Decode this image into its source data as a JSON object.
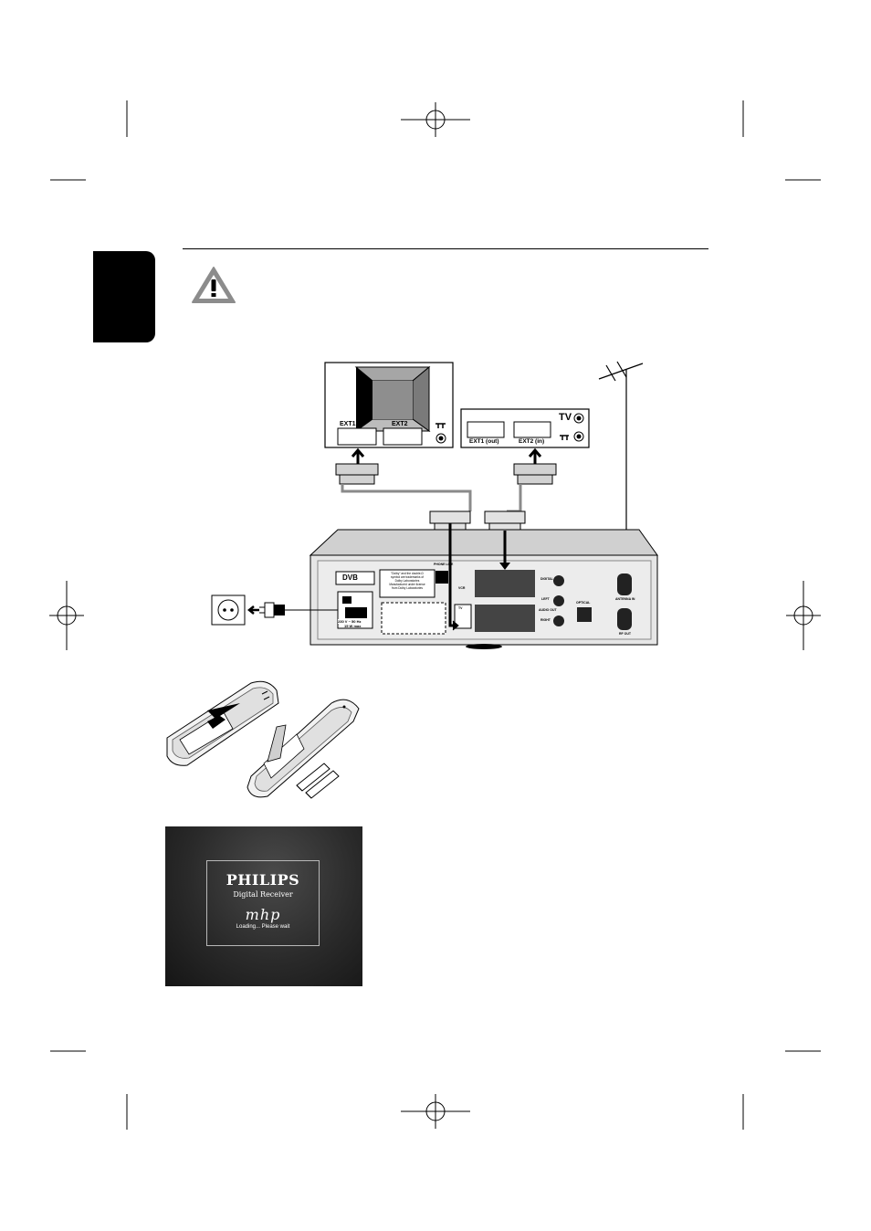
{
  "page": {
    "side_tab_color": "#000000"
  },
  "diagram": {
    "tv": {
      "labels": [
        "EXT1",
        "EXT2"
      ]
    },
    "vcr": {
      "labels": [
        "EXT1 (out)",
        "EXT2 (in)"
      ],
      "tv_label": "TV"
    },
    "receiver": {
      "logo": "DVB",
      "power_label": "230 V ~ 50 Hz",
      "power_sub": "15 W max",
      "port_labels": [
        "DIGITAL",
        "LEFT",
        "AUDIO OUT",
        "RIGHT",
        "OPTICAL",
        "VCR",
        "TV",
        "PHONE LINE",
        "ANTENNA IN",
        "RF OUT"
      ],
      "dolby_note": [
        "\"Dolby\" and the double-D",
        "symbol are trademarks of",
        "Dolby Laboratories",
        "Manufactured under license",
        "from Dolby Laboratories"
      ]
    }
  },
  "screen": {
    "brand": "PHILIPS",
    "subtitle": "Digital Receiver",
    "mhp_logo": "mhp",
    "status": "Loading... Please wait",
    "bg_color": "#2a2a2a"
  }
}
